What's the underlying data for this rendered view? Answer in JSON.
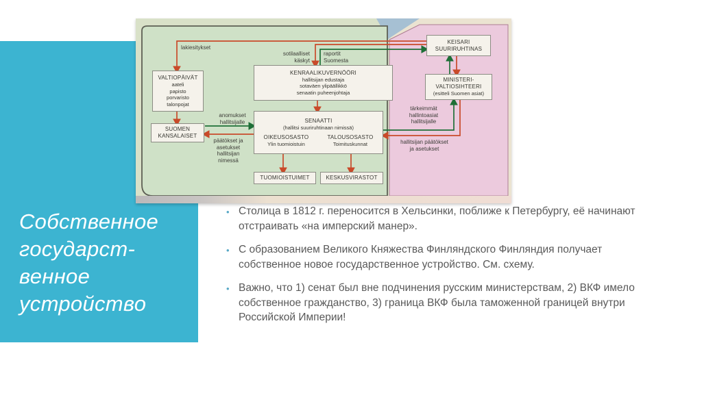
{
  "slide": {
    "title_lines": [
      "Собственное",
      "государст-",
      "венное",
      "устройство"
    ],
    "accent_color": "#3cb4d1",
    "bullets": [
      "Столица в 1812 г. переносится в Хельсинки, поближе к Петербургу, её начинают отстраивать «на имперский манер».",
      "С образованием Великого Княжества Финляндского Финляндия получает собственное новое государственное устройство. См. схему.",
      "Важно, что 1) сенат был вне подчинения русским министерствам, 2) ВКФ имело собственное гражданство, 3) граница ВКФ была таможенной границей внутри Российской Империи!"
    ]
  },
  "diagram": {
    "boxes": {
      "valtiopaivat": {
        "title": "VALTIOPÄIVÄT",
        "lines": "aateli\npapisto\nporvaristo\ntalonpojat"
      },
      "suomen_kansalaiset": {
        "title": "SUOMEN\nKANSALAISET"
      },
      "kenraalikuvernoori": {
        "title": "KENRAALIKUVERNÖÖRI",
        "lines": "hallitsijan edustaja\nsotaväen ylipäällikkö\nsenaatin puheenjohtaja"
      },
      "senaatti": {
        "title": "SENAATTI",
        "subtitle": "(hallitsi suuriruhtinaan nimissä)",
        "left_title": "OIKEUSOSASTO",
        "left_line": "Ylin tuomioistuin",
        "right_title": "TALOUSOSASTO",
        "right_line": "Toimituskunnat"
      },
      "tuomioistuimet": {
        "title": "TUOMIOISTUIMET"
      },
      "keskusvirastot": {
        "title": "KESKUSVIRASTOT"
      },
      "keisari": {
        "title": "KEISARI\nSUURIRUHTINAS"
      },
      "ministeri_valtiosihteeri": {
        "title": "MINISTERI-\nVALTIOSIHTEERI",
        "subtitle": "(esitteli Suomen asiat)"
      }
    },
    "labels": {
      "lakiesitykset": "lakiesitykset",
      "sotilaalliset": "sotilaalliset\nkäskyt",
      "raportit": "raportit\nSuomesta",
      "anomukset": "anomukset\nhallitsijalle",
      "paatokset_kansalle": "päätökset ja\nasetukset\nhallitsijan\nnimessä",
      "tarkeimmat": "tärkeimmät\nhallintoasiat\nhallitsijalle",
      "hallitsijan_paatokset": "hallitsijan päätökset\nja asetukset"
    },
    "colors": {
      "finland_region": "#cfe1c7",
      "russia_region": "#eccadd",
      "red_arrow": "#c94a2a",
      "green_arrow": "#1e6f37",
      "page_background": "#ebe3d1"
    }
  }
}
